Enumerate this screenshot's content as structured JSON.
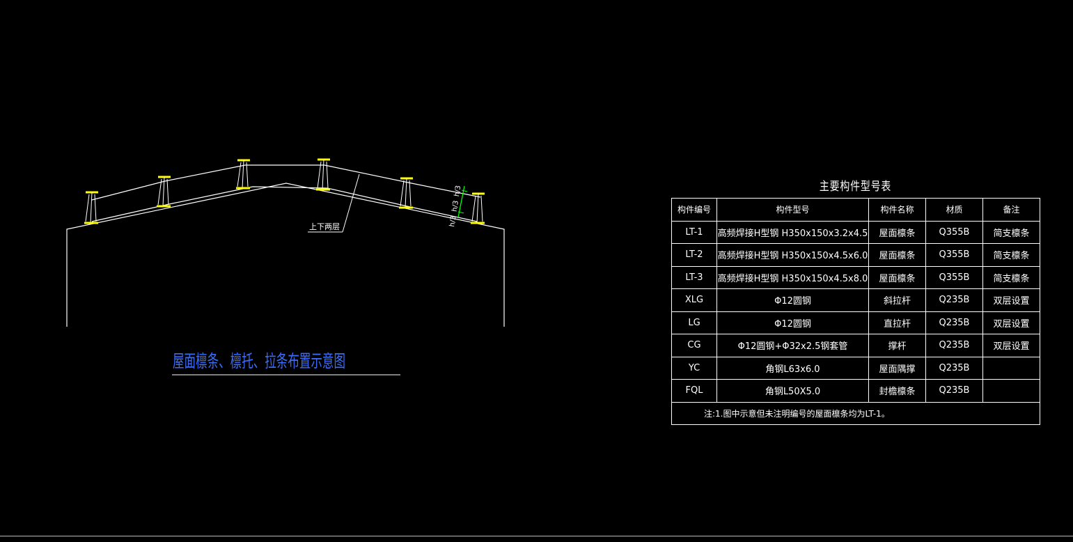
{
  "drawing": {
    "section_title": "屋面檩条、檩托、拉条布置示意图",
    "leader_label": "上下两层",
    "dim_labels": [
      "h/3",
      "h/3",
      "h/3"
    ],
    "colors": {
      "background": "#000000",
      "lines": "#ffffff",
      "purlin_flanges": "#ffff00",
      "title_text": "#3b6cf6",
      "dimension": "#00ff00"
    }
  },
  "table": {
    "title": "主要构件型号表",
    "headers": [
      "构件编号",
      "构件型号",
      "构件名称",
      "材质",
      "备注"
    ],
    "rows": [
      [
        "LT-1",
        "高频焊接H型钢 H350x150x3.2x4.5",
        "屋面檩条",
        "Q355B",
        "简支檩条"
      ],
      [
        "LT-2",
        "高频焊接H型钢 H350x150x4.5x6.0",
        "屋面檩条",
        "Q355B",
        "简支檩条"
      ],
      [
        "LT-3",
        "高频焊接H型钢 H350x150x4.5x8.0",
        "屋面檩条",
        "Q355B",
        "简支檩条"
      ],
      [
        "XLG",
        "Φ12圆钢",
        "斜拉杆",
        "Q235B",
        "双层设置"
      ],
      [
        "LG",
        "Φ12圆钢",
        "直拉杆",
        "Q235B",
        "双层设置"
      ],
      [
        "CG",
        "Φ12圆钢+Φ32x2.5钢套管",
        "撑杆",
        "Q235B",
        "双层设置"
      ],
      [
        "YC",
        "角钢L63x6.0",
        "屋面隅撑",
        "Q235B",
        ""
      ],
      [
        "FQL",
        "角钢L50X5.0",
        "封檐檩条",
        "Q235B",
        ""
      ]
    ],
    "note": "注:1.图中示意但未注明编号的屋面檩条均为LT-1。"
  }
}
